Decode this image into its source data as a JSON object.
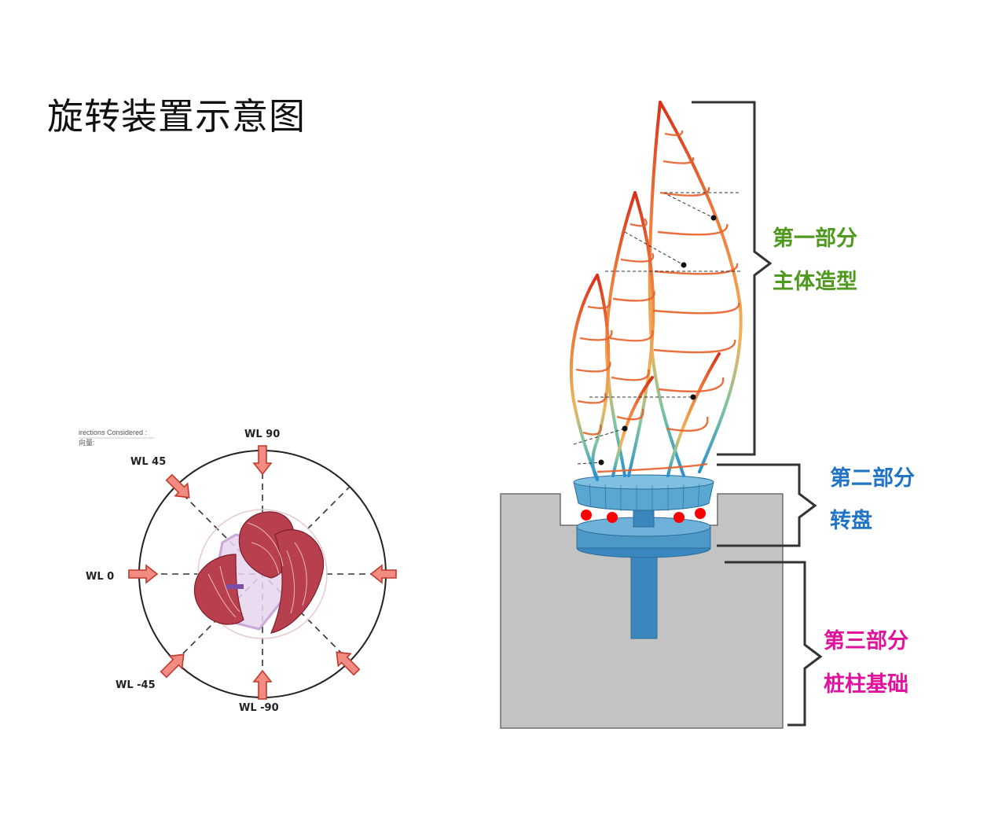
{
  "title": "旋转装置示意图",
  "wind_diagram": {
    "header_line1": "irections Considered :",
    "header_line2": "向量:",
    "labels": {
      "wl90": "WL 90",
      "wl45": "WL 45",
      "wl0": "WL 0",
      "wlm45": "WL -45",
      "wlm90": "WL -90"
    },
    "colors": {
      "arrow_fill": "#f28b82",
      "arrow_stroke": "#c0392b",
      "petals": "#b8404e"
    }
  },
  "structure": {
    "parts": [
      {
        "line1": "第一部分",
        "line2": "主体造型",
        "color": "#4f9a1e"
      },
      {
        "line1": "第二部分",
        "line2": "转盘",
        "color": "#1f74c6"
      },
      {
        "line1": "第三部分",
        "line2": "桩柱基础",
        "color": "#e0149c"
      }
    ],
    "colors": {
      "foundation": "#c3c3c3",
      "turntable": "#3d8fbf",
      "bearings": "#ff0000",
      "frame_top": "#e0411e",
      "frame_mid": "#f3a44c"
    }
  }
}
